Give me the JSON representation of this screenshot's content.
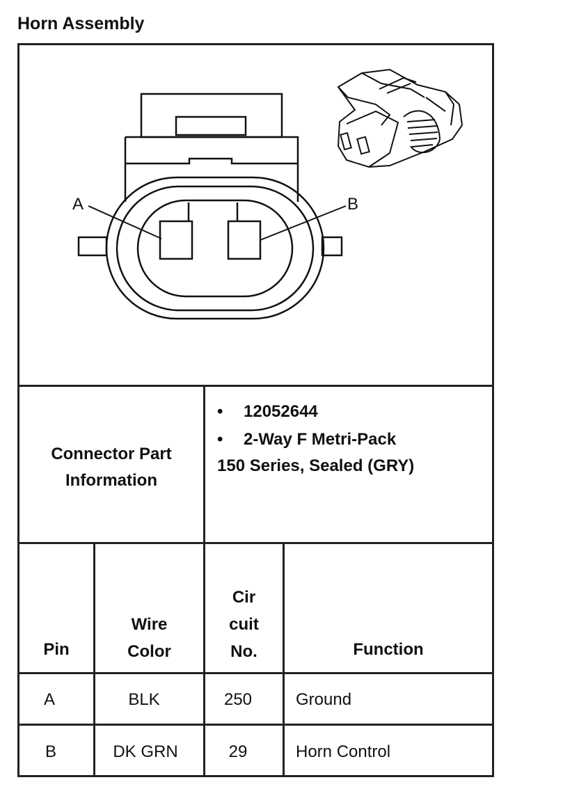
{
  "title": "Horn Assembly",
  "diagram": {
    "pin_labels": [
      "A",
      "B"
    ]
  },
  "connector_info": {
    "label_line1": "Connector Part",
    "label_line2": "Information",
    "bullet_symbol": "•",
    "part_number": "12052644",
    "type_line1": "2-Way F Metri-Pack",
    "type_line2": "150 Series, Sealed (GRY)"
  },
  "table": {
    "headers": {
      "pin": "Pin",
      "wire_color_line1": "Wire",
      "wire_color_line2": "Color",
      "circuit_line1": "Cir",
      "circuit_line2": "cuit",
      "circuit_line3": "No.",
      "function": "Function"
    },
    "rows": [
      {
        "pin": "A",
        "wire_color": "BLK",
        "circuit": "250",
        "function": "Ground"
      },
      {
        "pin": "B",
        "wire_color": "DK GRN",
        "circuit": "29",
        "function": "Horn Control"
      }
    ]
  }
}
